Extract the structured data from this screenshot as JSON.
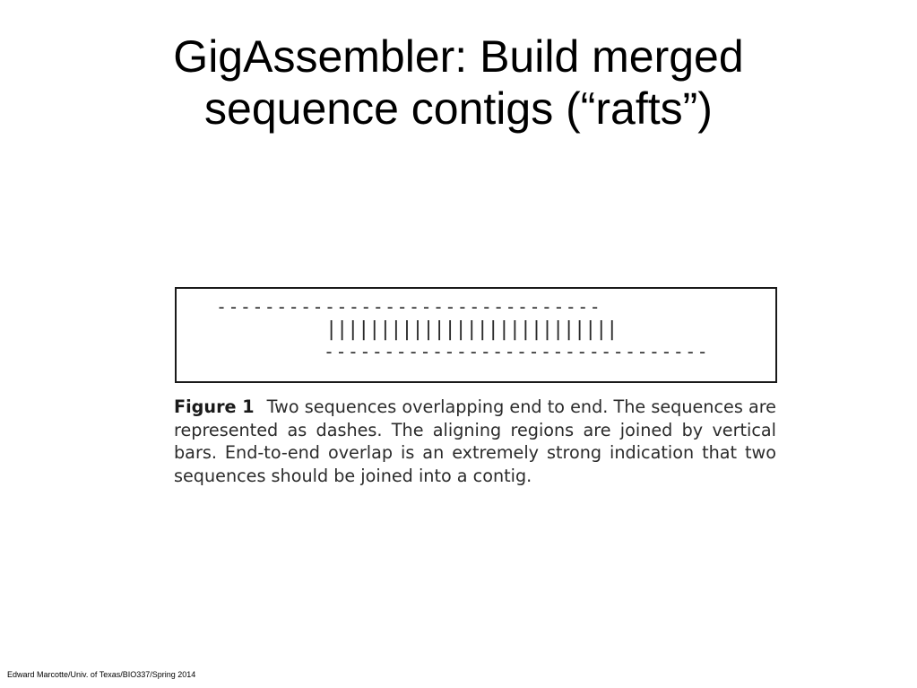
{
  "title": {
    "line1": "GigAssembler: Build merged",
    "line2": "sequence contigs (“rafts”)"
  },
  "figure": {
    "sequence_a": "--------------------------------",
    "alignment_bars": "|||||||||||||||||||||||||||",
    "sequence_b": "--------------------------------",
    "caption_label": "Figure 1",
    "caption_text": "Two sequences overlapping end to end. The sequences are represented as dashes. The aligning regions are joined by vertical bars. End-to-end overlap is an extremely strong indication that two sequences should be joined into a contig."
  },
  "footer": {
    "credit": "Edward Marcotte/Univ. of Texas/BIO337/Spring 2014"
  }
}
